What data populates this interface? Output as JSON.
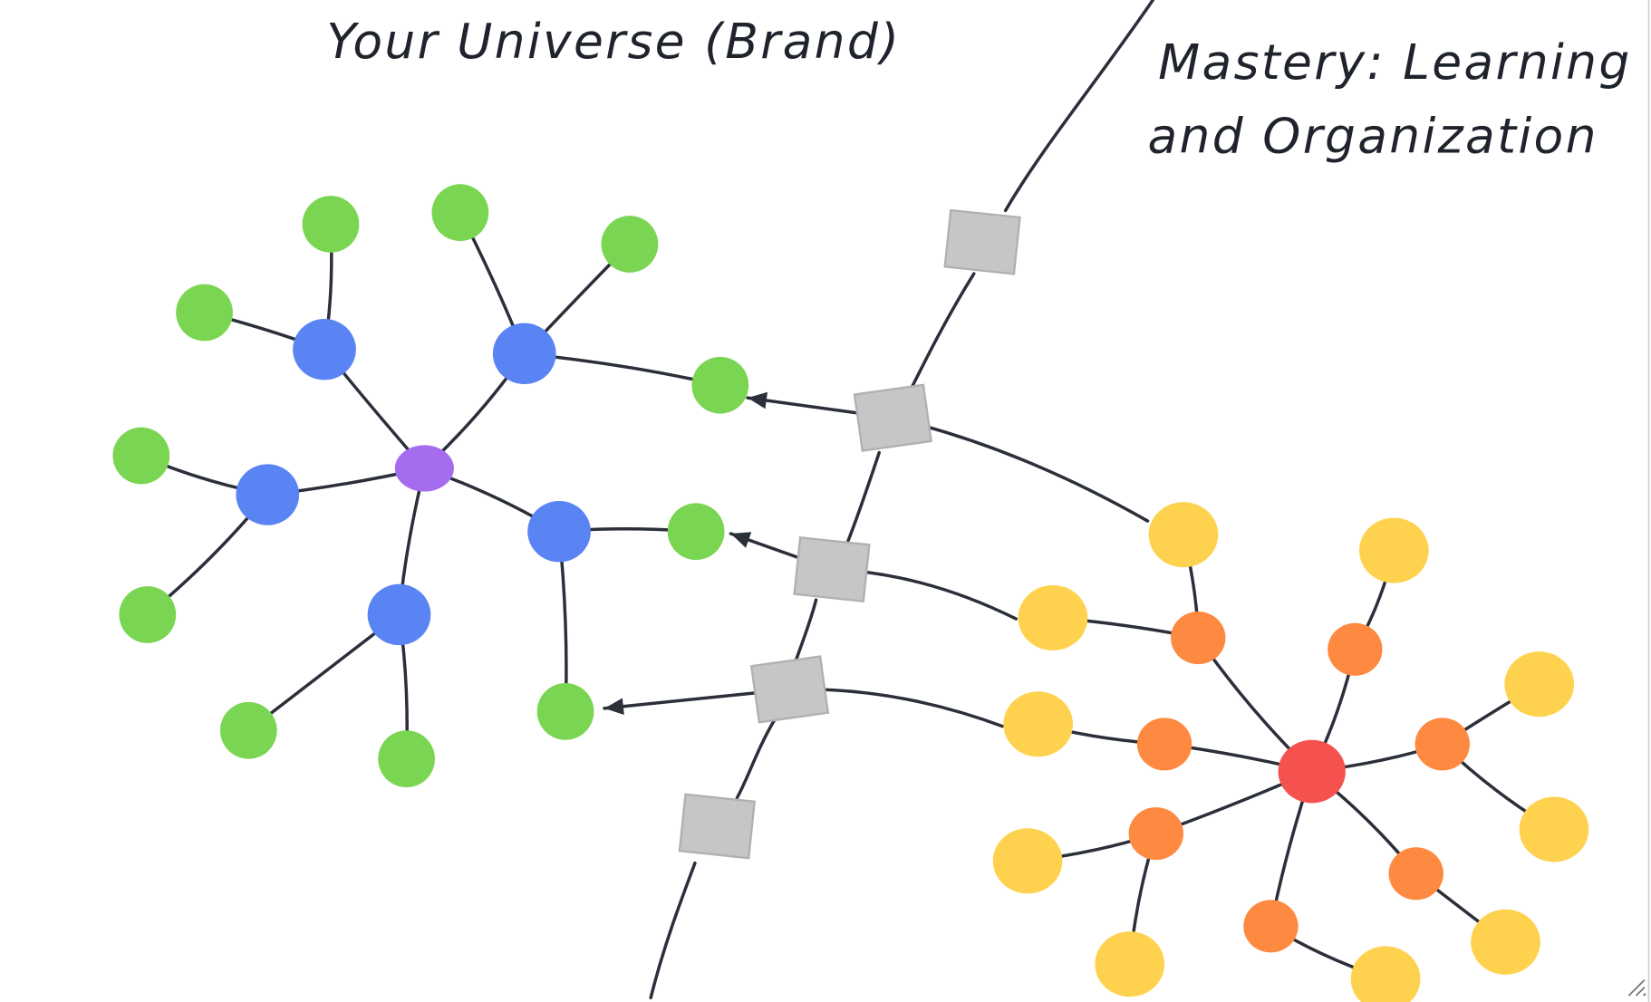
{
  "left_title": "Your Universe (Brand)",
  "right_title_line1": "Mastery: Learning",
  "right_title_line2": "and Organization",
  "colors": {
    "green": "#7ad552",
    "blue": "#5a84f4",
    "purple": "#a66cf0",
    "red": "#f5514f",
    "orange": "#fd8a40",
    "yellow": "#fed24e",
    "line": "#2b2f3a",
    "bridge": "#c6c6c6"
  }
}
